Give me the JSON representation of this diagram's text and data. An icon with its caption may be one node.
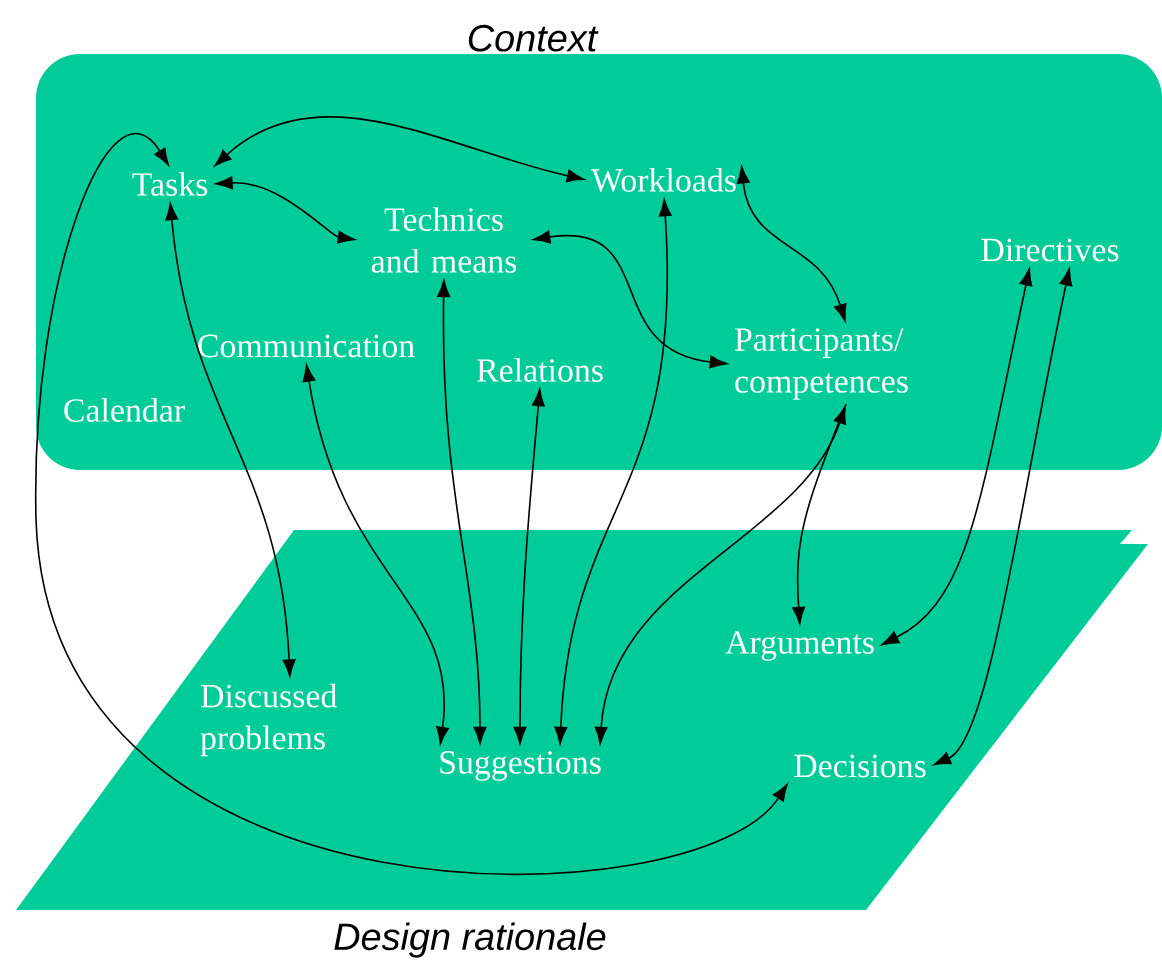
{
  "diagram": {
    "nodes": [
      {
        "text": [
          "Context"
        ]
      },
      {
        "text": [
          "Tasks"
        ],
        "in": 0
      },
      {
        "text": [
          "Technics and means"
        ],
        "in": 0
      },
      {
        "text": [
          "Workloads"
        ],
        "in": 0
      },
      {
        "text": [
          "Directives"
        ],
        "in": 0
      },
      {
        "text": [
          "Communication"
        ],
        "in": 0
      },
      {
        "text": [
          "Relations"
        ],
        "in": 0
      },
      {
        "text": [
          "Participants/ competences"
        ],
        "in": 0
      },
      {
        "text": [
          "Calendar"
        ],
        "in": 0
      },
      {
        "text": [
          "Design rationale"
        ]
      },
      {
        "text": [
          "Discussed problems"
        ],
        "in": 9
      },
      {
        "text": [
          "Suggestions"
        ],
        "in": 9
      },
      {
        "text": [
          "Arguments"
        ],
        "in": 9
      },
      {
        "text": [
          "Decisions"
        ],
        "in": 9
      }
    ],
    "edges": [
      {
        "from": 1,
        "to": 3,
        "arrow": "both"
      },
      {
        "from": 1,
        "to": 2,
        "arrow": "both"
      },
      {
        "from": 3,
        "to": 7,
        "arrow": "both"
      },
      {
        "from": 2,
        "to": 7,
        "arrow": "both"
      },
      {
        "from": 1,
        "to": 10,
        "arrow": "both"
      },
      {
        "from": 1,
        "to": 13,
        "arrow": "both"
      },
      {
        "from": 11,
        "to": 5,
        "arrow": "both"
      },
      {
        "from": 11,
        "to": 2,
        "arrow": "both"
      },
      {
        "from": 11,
        "to": 6,
        "arrow": "both"
      },
      {
        "from": 11,
        "to": 3,
        "arrow": "both"
      },
      {
        "from": 11,
        "to": 7,
        "arrow": "both"
      },
      {
        "from": 7,
        "to": 12,
        "arrow": "to"
      },
      {
        "from": 4,
        "to": 12,
        "arrow": "both"
      },
      {
        "from": 4,
        "to": 13,
        "arrow": "both"
      }
    ]
  }
}
